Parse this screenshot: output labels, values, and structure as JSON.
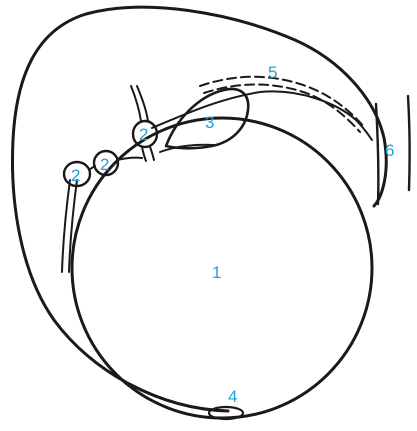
{
  "diagram": {
    "ink_color": "#1a1a1a",
    "label_color": "#1fa3d8",
    "labels": {
      "main_body": "1",
      "small_node_upper": "2",
      "small_node_mid": "2",
      "small_node_left": "2",
      "node_three": "3",
      "node_four": "4",
      "dashed_duct": "5",
      "right_structure": "6"
    }
  }
}
